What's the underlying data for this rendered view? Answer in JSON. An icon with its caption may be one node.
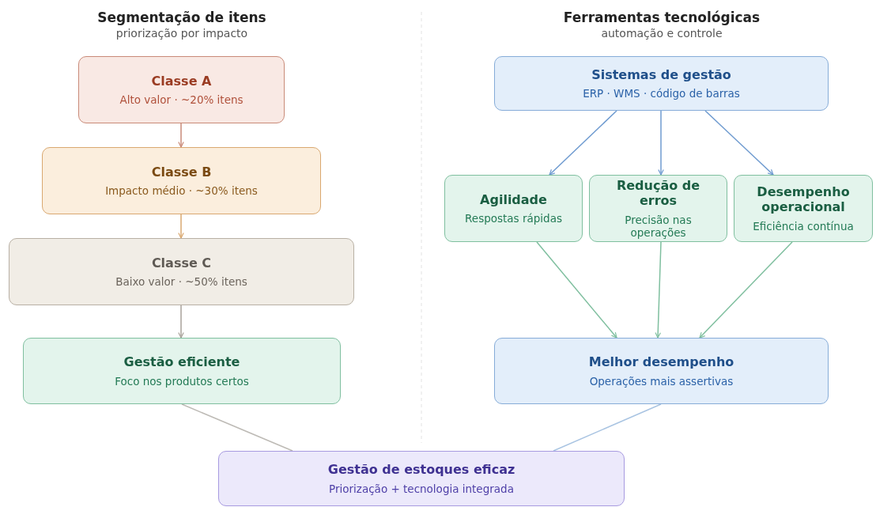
{
  "diagram": {
    "nodes": [
      {
        "text": [
          "Classe A",
          "Alto valor · ~20% itens"
        ]
      },
      {
        "text": [
          "Classe B",
          "Impacto médio · ~30% itens"
        ]
      },
      {
        "text": [
          "Classe C",
          "Baixo valor · ~50% itens"
        ]
      },
      {
        "text": [
          "Gestão eficiente",
          "Foco nos produtos certos"
        ]
      },
      {
        "text": [
          "Sistemas de gestão",
          "ERP · WMS · código de barras"
        ]
      },
      {
        "text": [
          "Agilidade",
          "Respostas rápidas"
        ]
      },
      {
        "text": [
          "Redução de erros",
          "Precisão nas operações"
        ]
      },
      {
        "text": [
          "Desempenho operacional",
          "Eficiência contínua"
        ]
      },
      {
        "text": [
          "Melhor desempenho",
          "Operações mais assertivas"
        ]
      },
      {
        "text": [
          "Gestão de estoques eficaz",
          "Priorização + tecnologia integrada"
        ]
      }
    ],
    "edges": [
      {
        "from": 0,
        "to": 1,
        "arrow": "to",
        "color": "#c98a78"
      },
      {
        "from": 1,
        "to": 2,
        "arrow": "to",
        "color": "#d9a870"
      },
      {
        "from": 2,
        "to": 3,
        "arrow": "to",
        "color": "#a8a29a"
      },
      {
        "from": 4,
        "to": 5,
        "arrow": "to",
        "color": "#6f9bd0"
      },
      {
        "from": 4,
        "to": 6,
        "arrow": "to",
        "color": "#6f9bd0"
      },
      {
        "from": 4,
        "to": 7,
        "arrow": "to",
        "color": "#6f9bd0"
      },
      {
        "from": 5,
        "to": 8,
        "arrow": "to",
        "color": "#7fbf9f"
      },
      {
        "from": 6,
        "to": 8,
        "arrow": "to",
        "color": "#7fbf9f"
      },
      {
        "from": 7,
        "to": 8,
        "arrow": "to",
        "color": "#7fbf9f"
      },
      {
        "from": 3,
        "to": 9,
        "arrow": "none",
        "color": "#bdbab5"
      },
      {
        "from": 8,
        "to": 9,
        "arrow": "none",
        "color": "#a9c4e2"
      }
    ],
    "labels": [
      "Segmentação de itens",
      "priorização por impacto",
      "Ferramentas tecnológicas",
      "automação e controle"
    ]
  }
}
